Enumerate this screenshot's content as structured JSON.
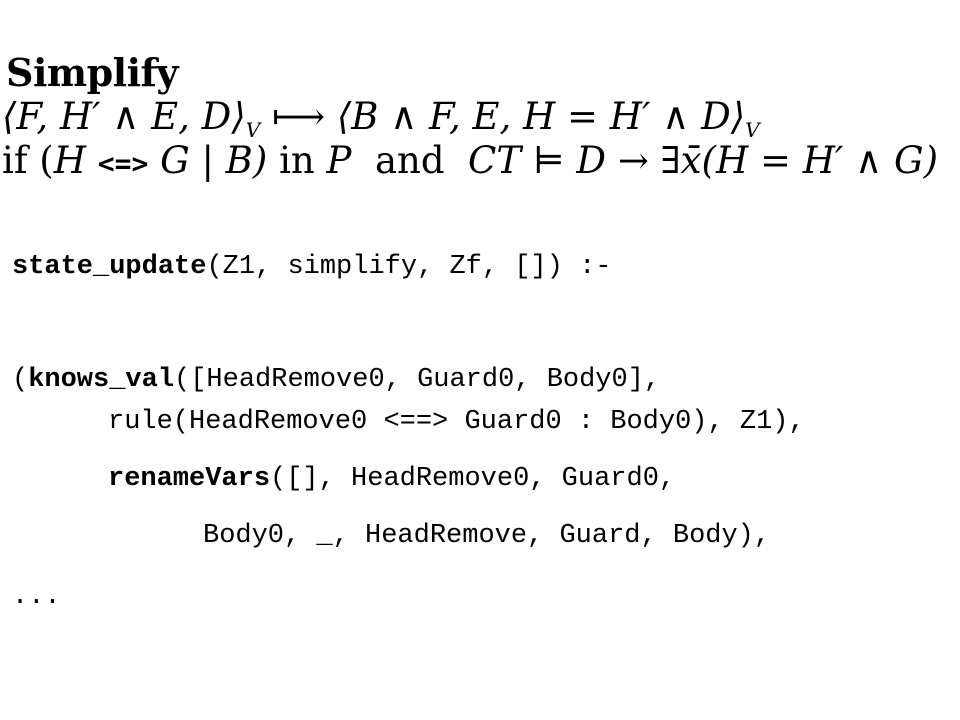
{
  "title": "Simplify",
  "rule": {
    "line1": {
      "lhs": "⟨F, H′ ∧ E, D⟩",
      "sub_l": "V",
      "arrow": " ⟼ ",
      "rhs": "⟨B ∧ F, E, H = H′ ∧ D⟩",
      "sub_r": "V"
    },
    "line2": {
      "if": "if",
      "open": "(",
      "H": "H",
      "op": "<=>",
      "guard": "G | B)",
      "in": "in",
      "P": "P",
      "and": "and",
      "CT": "CT",
      "models": "⊨ D → ∃x̄(H = H′ ∧ G)"
    }
  },
  "code": {
    "head_name": "state_update",
    "head_rest": "(Z1, simplify, Zf, []) :-",
    "line_a_open": "(",
    "line_a_name": "knows_val",
    "line_a_rest": "([HeadRemove0, Guard0, Body0],",
    "line_b": "rule(HeadRemove0 <==> Guard0 : Body0), Z1),",
    "line_c_name": "renameVars",
    "line_c_rest": "([], HeadRemove0, Guard0,",
    "line_d": "Body0, _, HeadRemove, Guard, Body),",
    "ellipsis": "..."
  }
}
